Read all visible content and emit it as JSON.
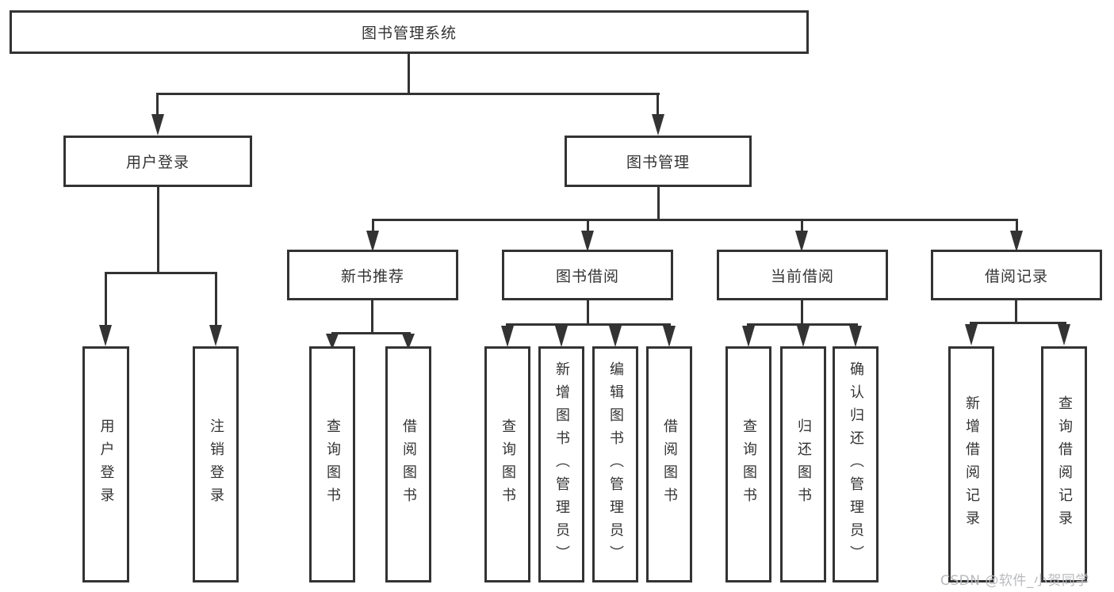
{
  "diagram": {
    "title_node": {
      "label": "图书管理系统"
    },
    "level2": [
      {
        "label": "用户登录"
      },
      {
        "label": "图书管理"
      }
    ],
    "level3": [
      {
        "label": "新书推荐"
      },
      {
        "label": "图书借阅"
      },
      {
        "label": "当前借阅"
      },
      {
        "label": "借阅记录"
      }
    ],
    "leaves": [
      {
        "label": "用户登录"
      },
      {
        "label": "注销登录"
      },
      {
        "label": "查询图书"
      },
      {
        "label": "借阅图书"
      },
      {
        "label": "查询图书"
      },
      {
        "label": "新增图书（管理员）"
      },
      {
        "label": "编辑图书（管理员）"
      },
      {
        "label": "借阅图书"
      },
      {
        "label": "查询图书"
      },
      {
        "label": "归还图书"
      },
      {
        "label": "确认归还（管理员）"
      },
      {
        "label": "新增借阅记录"
      },
      {
        "label": "查询借阅记录"
      }
    ],
    "watermark": "CSDN @软件_小贺同学",
    "colors": {
      "line": "#333333",
      "box_border": "#333333",
      "box_fill": "#ffffff",
      "text": "#333333",
      "watermark": "#b9babd"
    }
  }
}
